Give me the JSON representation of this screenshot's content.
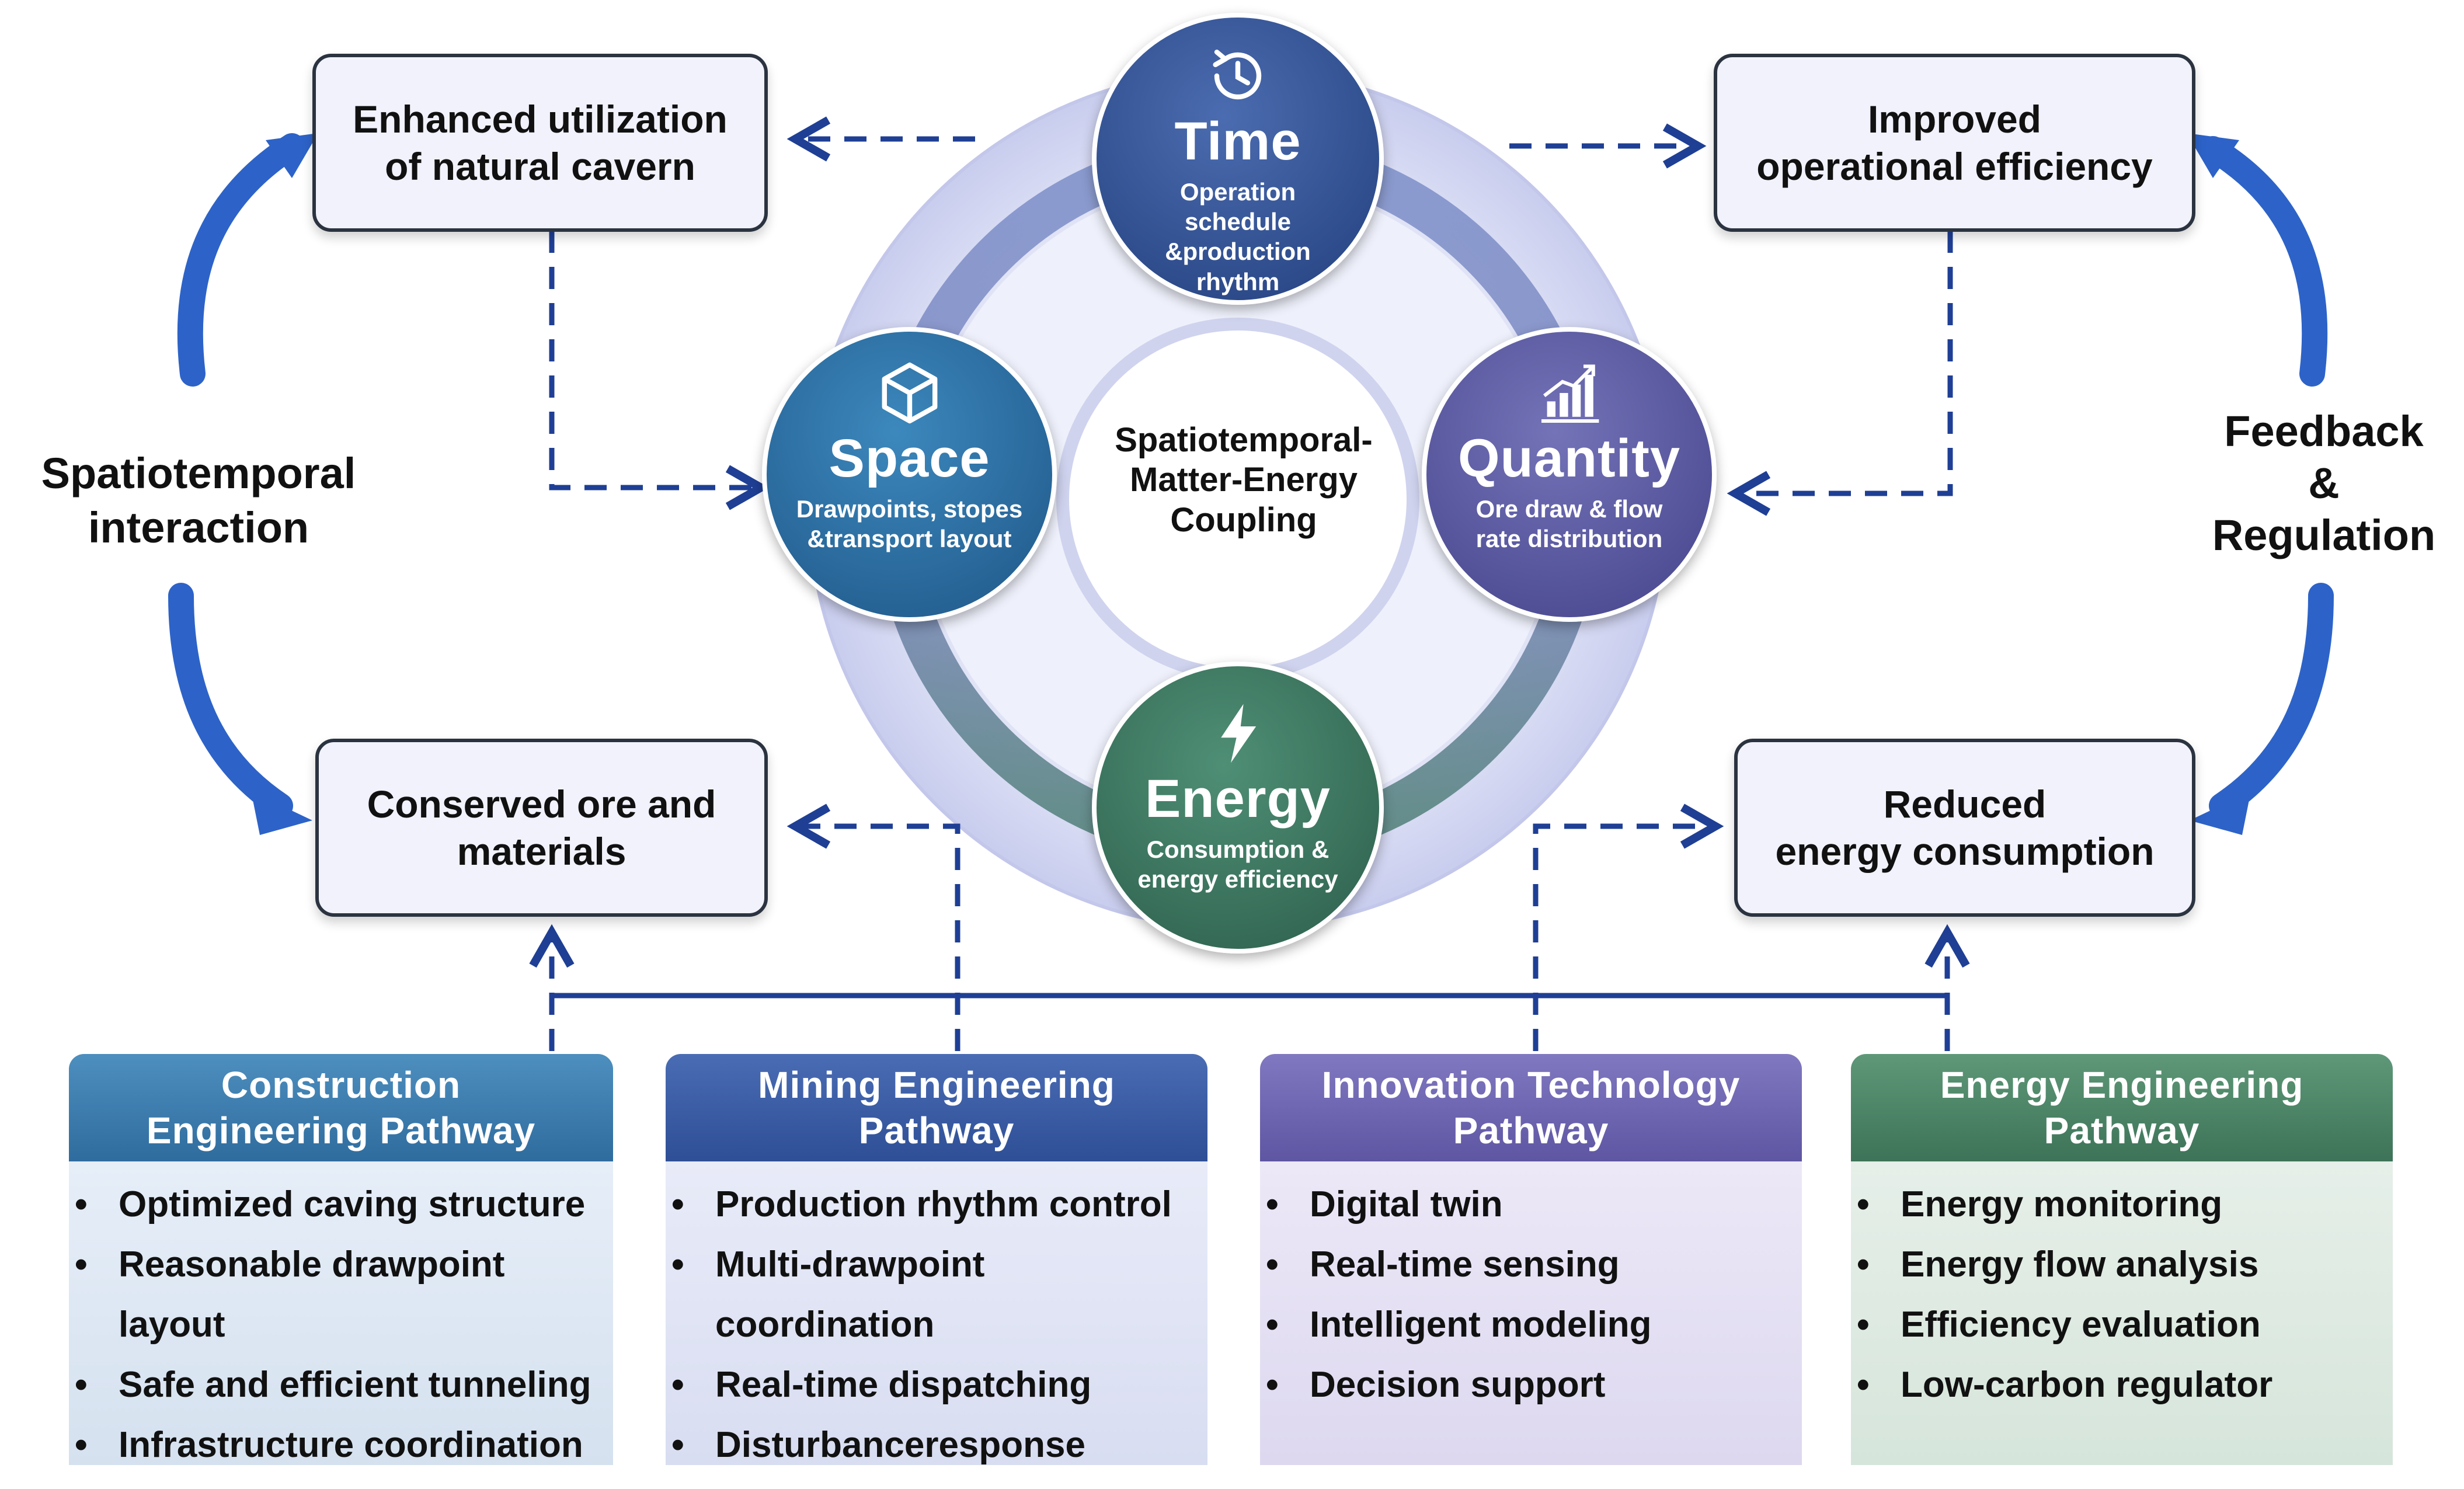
{
  "outcomes": {
    "top_left": "Enhanced utilization\nof natural cavern",
    "top_right": "Improved\noperational efficiency",
    "bottom_left": "Conserved ore and\nmaterials",
    "bottom_right": "Reduced\nenergy consumption"
  },
  "side_labels": {
    "left": "Spatiotemporal\ninteraction",
    "right": "Feedback\n&\nRegulation"
  },
  "center": "Spatiotemporal-\nMatter-Energy\nCoupling",
  "nodes": {
    "time": {
      "title": "Time",
      "subtitle": "Operation schedule\n&production rhythm",
      "icon": "clock-icon",
      "color": "#2f4f92"
    },
    "space": {
      "title": "Space",
      "subtitle": "Drawpoints, stopes\n&transport layout",
      "icon": "cube-icon",
      "color": "#2b6aa0"
    },
    "quantity": {
      "title": "Quantity",
      "subtitle": "Ore draw & flow\nrate distribution",
      "icon": "bar-chart-icon",
      "color": "#5b5aa3"
    },
    "energy": {
      "title": "Energy",
      "subtitle": "Consumption &\nenergy efficiency",
      "icon": "lightning-icon",
      "color": "#3e7a63"
    }
  },
  "pathways": [
    {
      "title": "Construction\nEngineering Pathway",
      "color": "#3f7fae",
      "items": [
        "Optimized caving structure",
        "Reasonable drawpoint\nlayout",
        "Safe and efficient tunneling",
        "Infrastructure coordination"
      ]
    },
    {
      "title": "Mining Engineering\nPathway",
      "color": "#3b5fa6",
      "items": [
        "Production rhythm control",
        "Multi-drawpoint\ncoordination",
        "Real-time dispatching",
        "Disturbanceresponse"
      ]
    },
    {
      "title": "Innovation Technology\nPathway",
      "color": "#6f67b3",
      "items": [
        "Digital twin",
        "Real-time sensing",
        "Intelligent modeling",
        "Decision support"
      ]
    },
    {
      "title": "Energy Engineering\nPathway",
      "color": "#4f8868",
      "items": [
        "Energy monitoring",
        "Energy flow analysis",
        "Efficiency evaluation",
        "Low-carbon regulator"
      ]
    }
  ]
}
